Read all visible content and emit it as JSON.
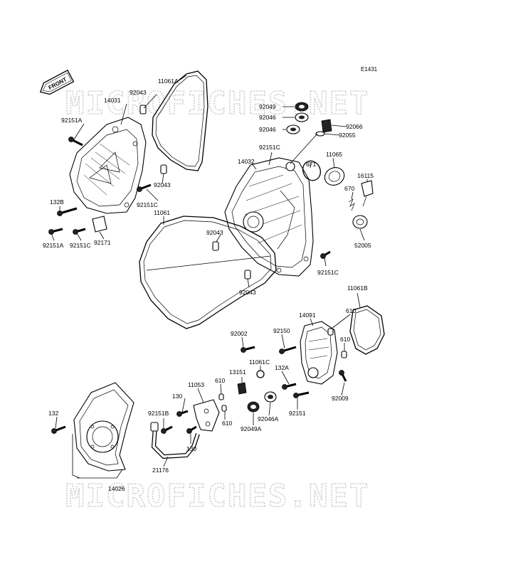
{
  "diagram_code": "E1431",
  "front_label": "FRONT",
  "watermark": "MICROFICHES.NET",
  "labels": [
    {
      "id": "l-14031",
      "text": "14031"
    },
    {
      "id": "l-92043-a",
      "text": "92043"
    },
    {
      "id": "l-11061a",
      "text": "11061A"
    },
    {
      "id": "l-92151a-top",
      "text": "92151A"
    },
    {
      "id": "l-92043-b",
      "text": "92043"
    },
    {
      "id": "l-92151c-a",
      "text": "92151C"
    },
    {
      "id": "l-132b",
      "text": "132B"
    },
    {
      "id": "l-92151a-bot",
      "text": "92151A"
    },
    {
      "id": "l-92151c-b",
      "text": "92151C"
    },
    {
      "id": "l-92171",
      "text": "92171"
    },
    {
      "id": "l-92049",
      "text": "92049"
    },
    {
      "id": "l-92046-a",
      "text": "92046"
    },
    {
      "id": "l-92046-b",
      "text": "92046"
    },
    {
      "id": "l-92066",
      "text": "92066"
    },
    {
      "id": "l-92055",
      "text": "92055"
    },
    {
      "id": "l-92151c-c",
      "text": "92151C"
    },
    {
      "id": "l-14032",
      "text": "14032"
    },
    {
      "id": "l-671",
      "text": "671"
    },
    {
      "id": "l-11065",
      "text": "11065"
    },
    {
      "id": "l-16115",
      "text": "16115"
    },
    {
      "id": "l-670",
      "text": "670"
    },
    {
      "id": "l-52005",
      "text": "52005"
    },
    {
      "id": "l-11061",
      "text": "11061"
    },
    {
      "id": "l-92043-c",
      "text": "92043"
    },
    {
      "id": "l-92151c-d",
      "text": "92151C"
    },
    {
      "id": "l-92043-d",
      "text": "92043"
    },
    {
      "id": "l-11061b",
      "text": "11061B"
    },
    {
      "id": "l-14091",
      "text": "14091"
    },
    {
      "id": "l-610-a",
      "text": "610"
    },
    {
      "id": "l-610-b",
      "text": "610"
    },
    {
      "id": "l-92002",
      "text": "92002"
    },
    {
      "id": "l-92150",
      "text": "92150"
    },
    {
      "id": "l-11061c",
      "text": "11061C"
    },
    {
      "id": "l-132a",
      "text": "132A"
    },
    {
      "id": "l-13151",
      "text": "13151"
    },
    {
      "id": "l-11053",
      "text": "11053"
    },
    {
      "id": "l-610-c",
      "text": "610"
    },
    {
      "id": "l-92009",
      "text": "92009"
    },
    {
      "id": "l-130-a",
      "text": "130"
    },
    {
      "id": "l-92151",
      "text": "92151"
    },
    {
      "id": "l-92046a",
      "text": "92046A"
    },
    {
      "id": "l-92049a",
      "text": "92049A"
    },
    {
      "id": "l-132",
      "text": "132"
    },
    {
      "id": "l-92151b",
      "text": "92151B"
    },
    {
      "id": "l-610-d",
      "text": "610"
    },
    {
      "id": "l-130-b",
      "text": "130"
    },
    {
      "id": "l-21176",
      "text": "21176"
    },
    {
      "id": "l-14026",
      "text": "14026"
    }
  ]
}
